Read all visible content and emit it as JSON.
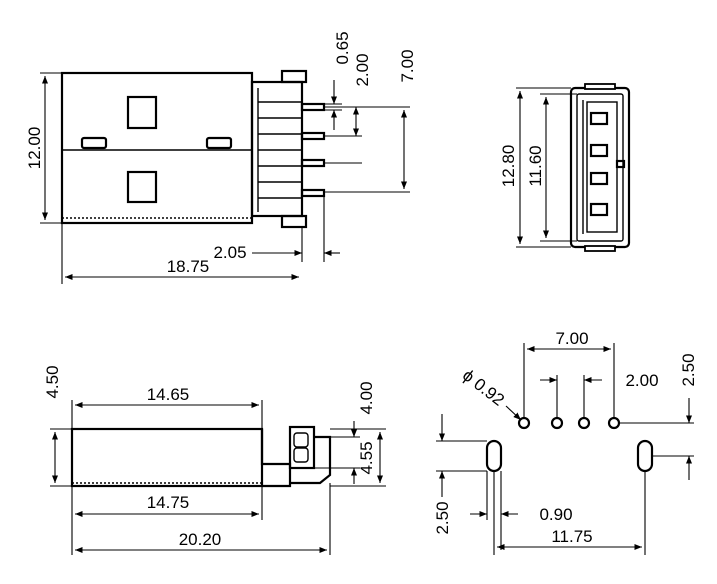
{
  "drawing": {
    "side_view": {
      "height_total": "12.00",
      "pin_width": "0.65",
      "pin_pitch": "2.00",
      "pin_span": "7.00",
      "tail_length": "2.05",
      "body_length": "18.75"
    },
    "front_view": {
      "outer_height": "12.80",
      "inner_height": "11.60"
    },
    "bottom_view": {
      "shell_height": "4.50",
      "upper_length": "14.65",
      "lower_length": "14.75",
      "overall_length": "20.20",
      "tab_height": "4.00",
      "tail_height": "4.55"
    },
    "footprint": {
      "hole_diameter": "ϕ 0.92",
      "pin_span": "7.00",
      "pin_pitch": "2.00",
      "row_offset": "2.50",
      "slot_length": "2.50",
      "slot_width": "0.90",
      "slot_spacing": "11.75"
    }
  }
}
